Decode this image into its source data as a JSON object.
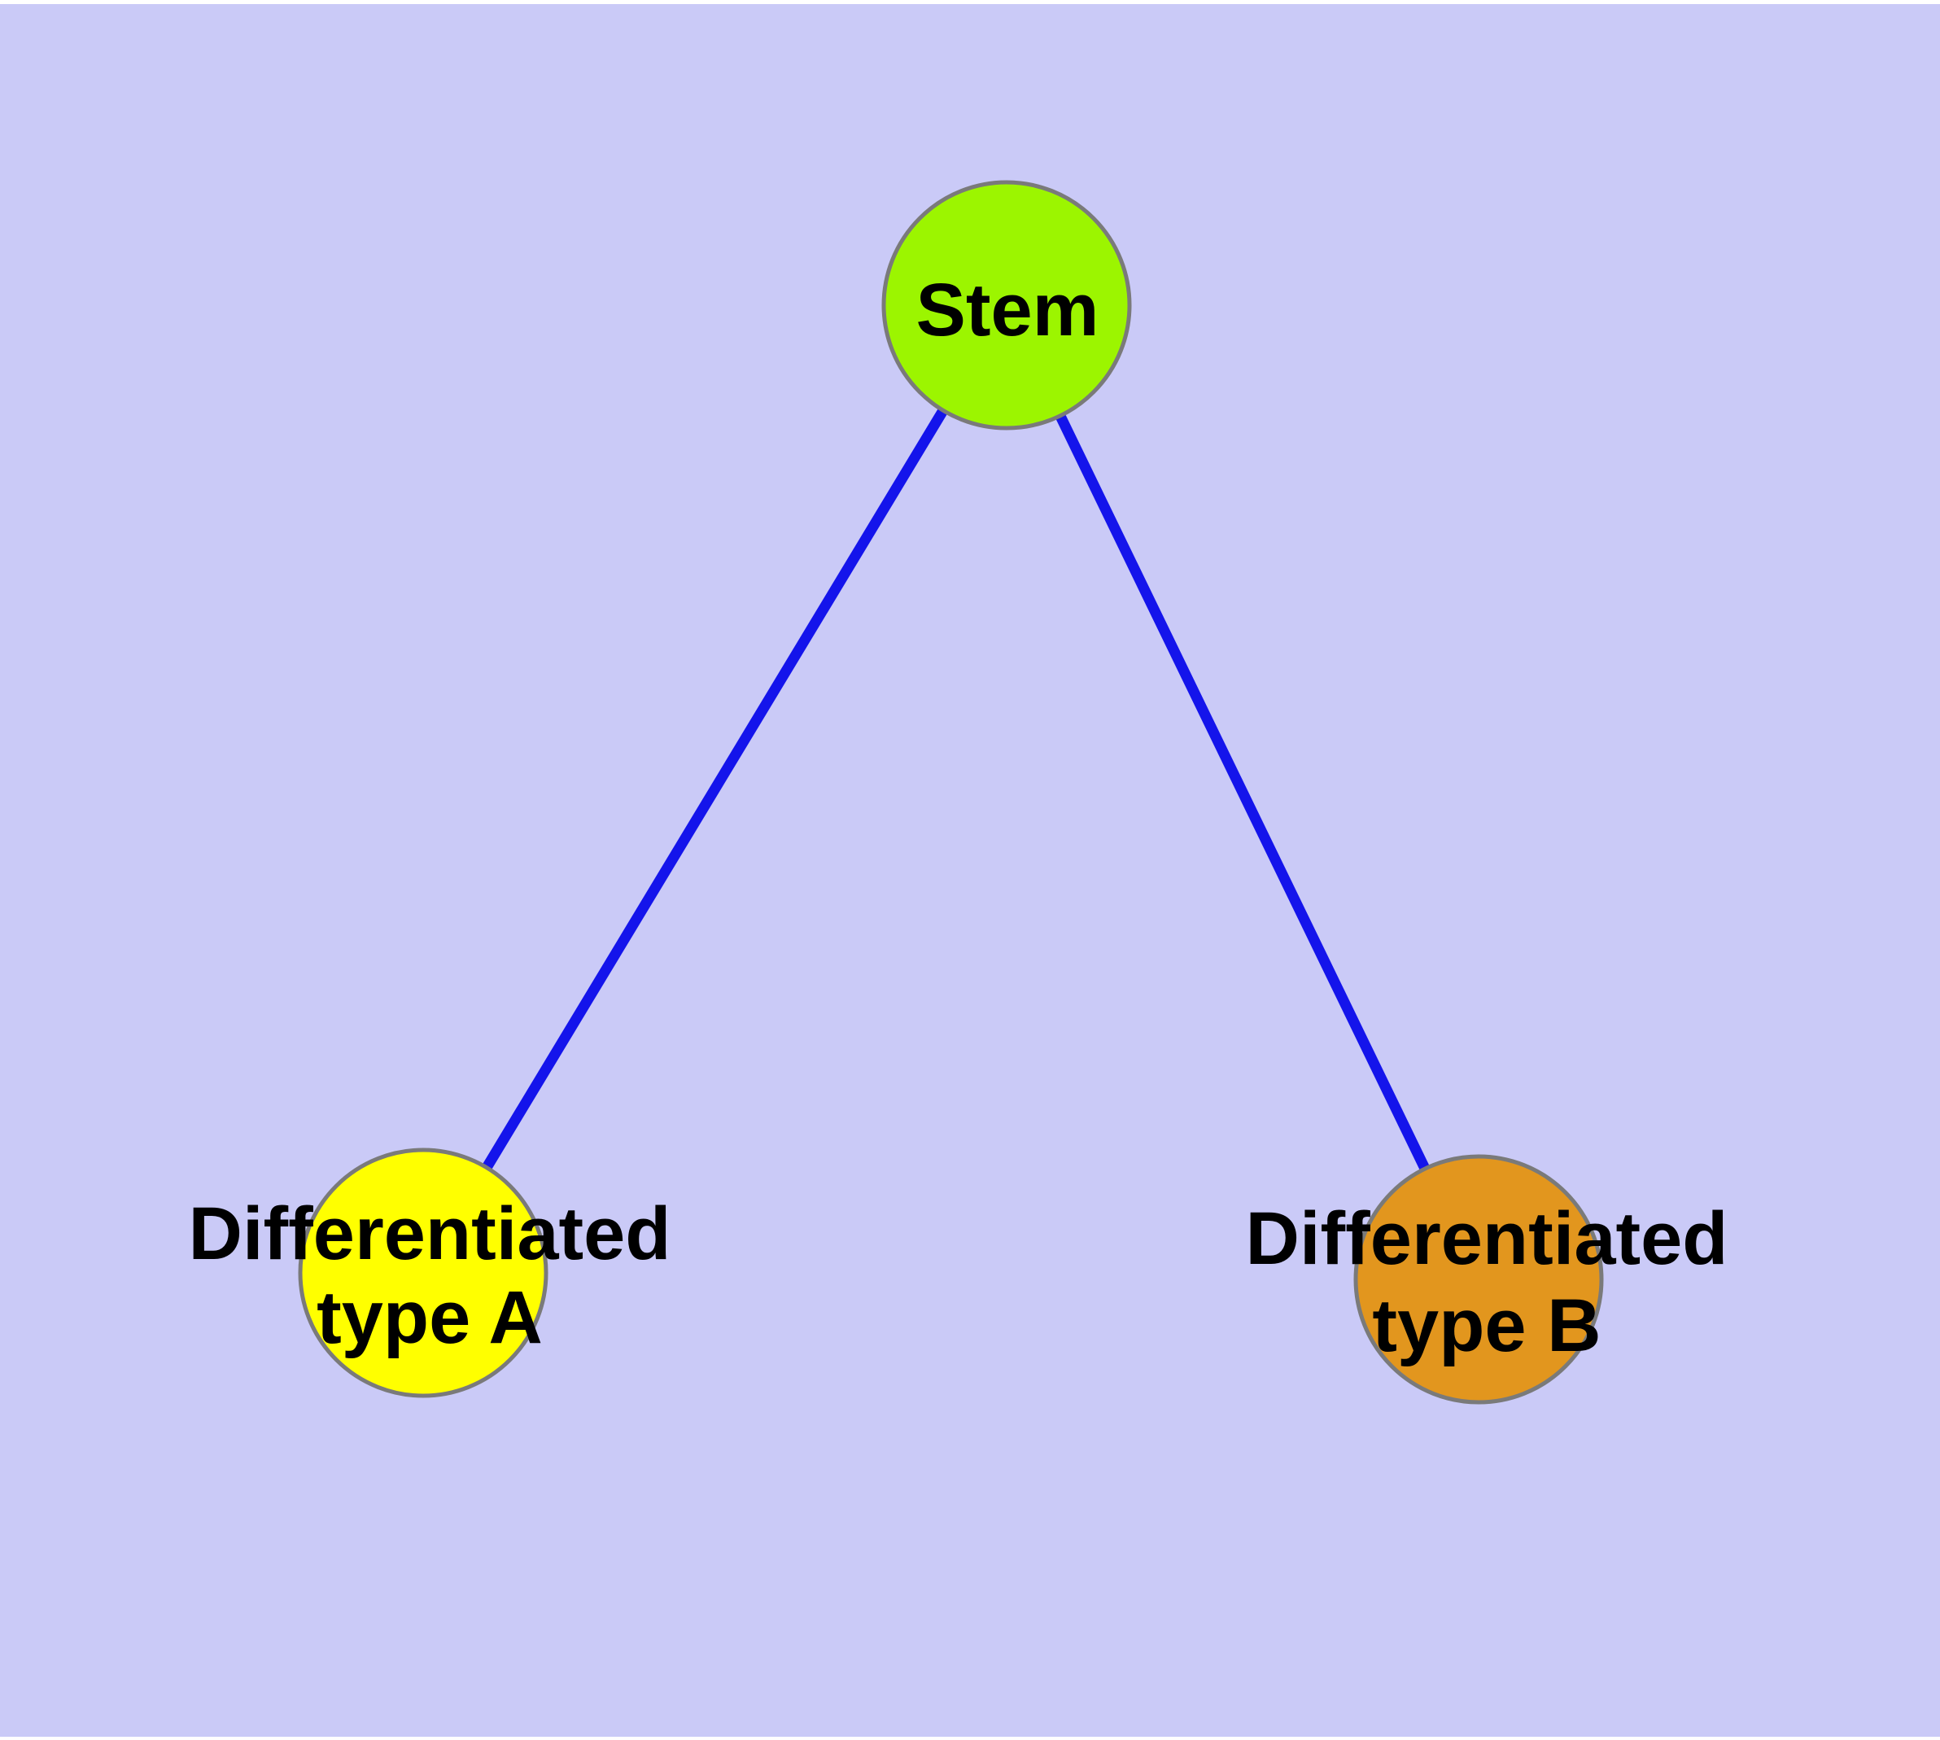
{
  "diagram": {
    "title": "",
    "background_color": "#CACAF7",
    "page_color": "#FFFFFF",
    "edge_color": "#1414EB",
    "node_border_color": "#7A7A7A",
    "label_color": "#000000",
    "nodes": {
      "stem": {
        "label": "Stem",
        "fill": "#9CF500"
      },
      "type_a": {
        "label_line1": "Differentiated",
        "label_line2": "type A",
        "fill": "#FFFF00"
      },
      "type_b": {
        "label_line1": "Differentiated",
        "label_line2": "type B",
        "fill": "#E2961E"
      }
    },
    "edges": [
      {
        "from": "Stem",
        "to": "Differentiated type A"
      },
      {
        "from": "Stem",
        "to": "Differentiated type B"
      }
    ]
  }
}
